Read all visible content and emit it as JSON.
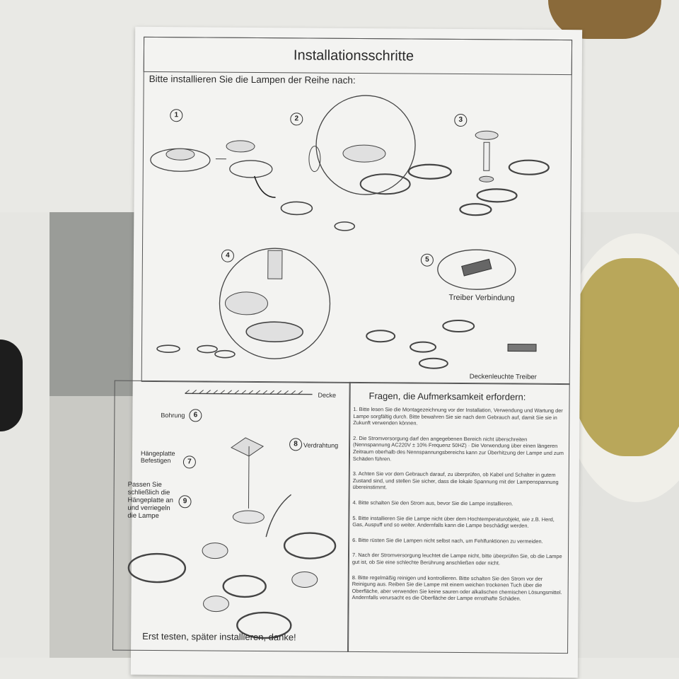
{
  "manual": {
    "title": "Installationsschritte",
    "subtitle": "Bitte installieren Sie die Lampen der Reihe nach:",
    "steps": [
      "1",
      "2",
      "3",
      "4",
      "5",
      "6",
      "7",
      "8",
      "9"
    ],
    "driver_connection": "Treiber Verbindung",
    "ceiling_driver": "Deckenleuchte Treiber",
    "ceiling": "Decke",
    "drilling": "Bohrung",
    "hanging_plate": "Hängeplatte Befestigen",
    "wiring": "Verdrahtung",
    "fit_lamp": "Passen Sie schließlich die Hängeplatte an und verriegeln die Lampe",
    "footer": "Erst testen, später installieren, danke!",
    "attention_title": "Fragen, die Aufmerksamkeit erfordern:",
    "notes": [
      "1. Bitte lesen Sie die Montagezeichnung vor der Installation, Verwendung und Wartung der Lampe sorgfältig durch. Bitte bewahren Sie sie nach dem Gebrauch auf, damit Sie sie in Zukunft verwenden können.",
      "2. Die Stromversorgung darf den angegebenen Bereich nicht überschreiten (Nennspannung AC220V ± 10% Frequenz 50HZ) · Die Verwendung über einen längeren Zeitraum oberhalb des Nennspannungsbereichs kann zur Überhitzung der Lampe und zum Schäden führen.",
      "3. Achten Sie vor dem Gebrauch darauf, zu überprüfen, ob Kabel und Schalter in gutem Zustand sind, und stellen Sie sicher, dass die lokale Spannung mit der Lampenspannung übereinstimmt.",
      "4. Bitte schalten Sie den Strom aus, bevor Sie die Lampe installieren.",
      "5. Bitte installieren Sie die Lampe nicht über dem Hochtemperaturobjekt, wie z.B. Herd, Gas, Auspuff und so weiter. Andernfalls kann die Lampe beschädigt werden.",
      "6. Bitte rüsten Sie die Lampen nicht selbst nach, um Fehlfunktionen zu vermeiden.",
      "7. Nach der Stromversorgung leuchtet die Lampe nicht, bitte überprüfen Sie, ob die Lampe gut ist, ob Sie eine schlechte Berührung anschließen oder nicht.",
      "8. Bitte regelmäßig reinigen und kontrollieren. Bitte schalten Sie den Strom vor der Reinigung aus. Reiben Sie die Lampe mit einem weichen trockenen Tuch über die Oberfläche, aber verwenden Sie keine sauren oder alkalischen chemischen Lösungsmittel. Andernfalls verursacht es die Oberfläche der Lampe ernsthafte Schäden."
    ]
  },
  "colors": {
    "paper": "#f3f3f1",
    "ink": "#333333",
    "foam": "#ecece8",
    "lamp_base": "#b9a75a"
  }
}
